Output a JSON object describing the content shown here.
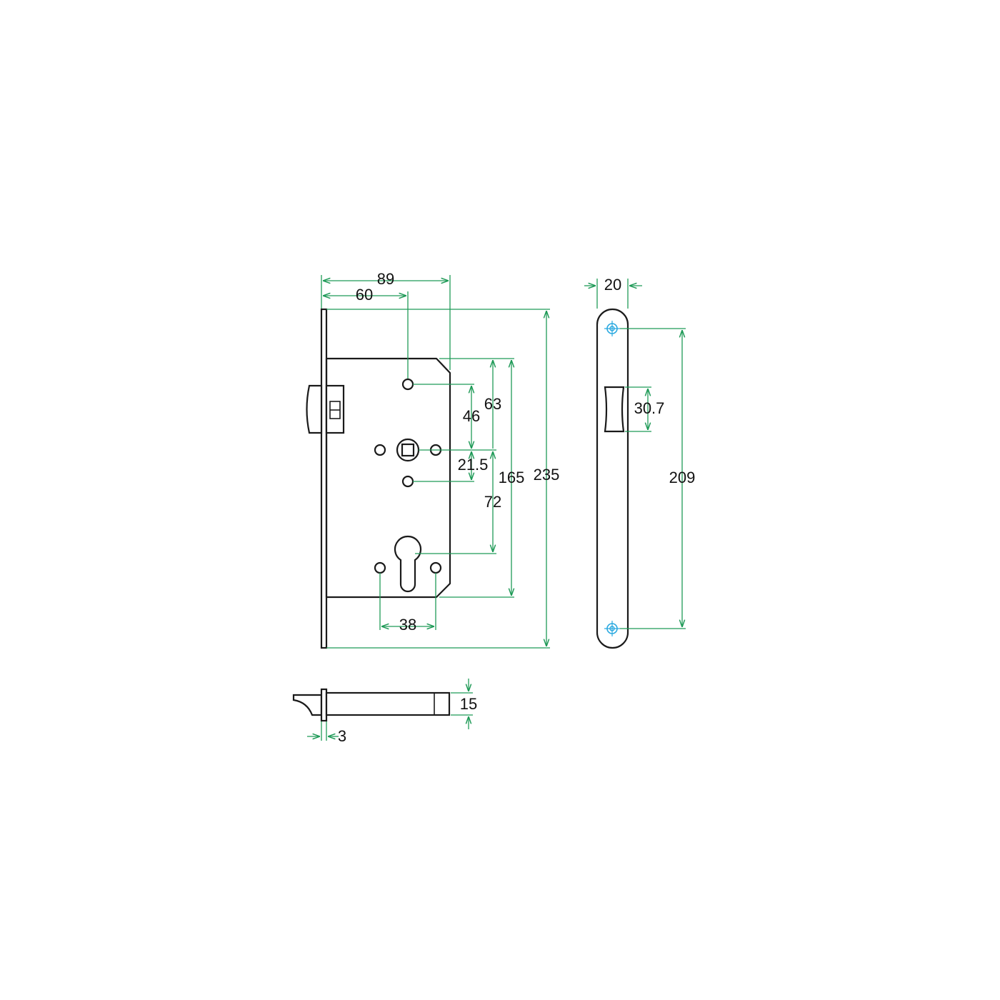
{
  "colors": {
    "outline": "#1a1a1a",
    "dimension_line": "#1f9a57",
    "screw_marker": "#2aa9e0",
    "background": "#ffffff"
  },
  "dimensions": {
    "front_width_total": "89",
    "front_width_backset": "60",
    "height_total": "235",
    "height_case": "165",
    "follower_to_top_hole": "46",
    "top_to_follower": "63",
    "follower_to_lower_hole": "21.5",
    "follower_to_cylinder": "72",
    "cylinder_hole_spacing": "38",
    "faceplate_width": "20",
    "latch_height": "30.7",
    "screw_hole_spacing": "209",
    "body_thickness": "15",
    "faceplate_thickness": "3"
  },
  "icons": {
    "screw_hole": "crosshair-screw-icon"
  }
}
